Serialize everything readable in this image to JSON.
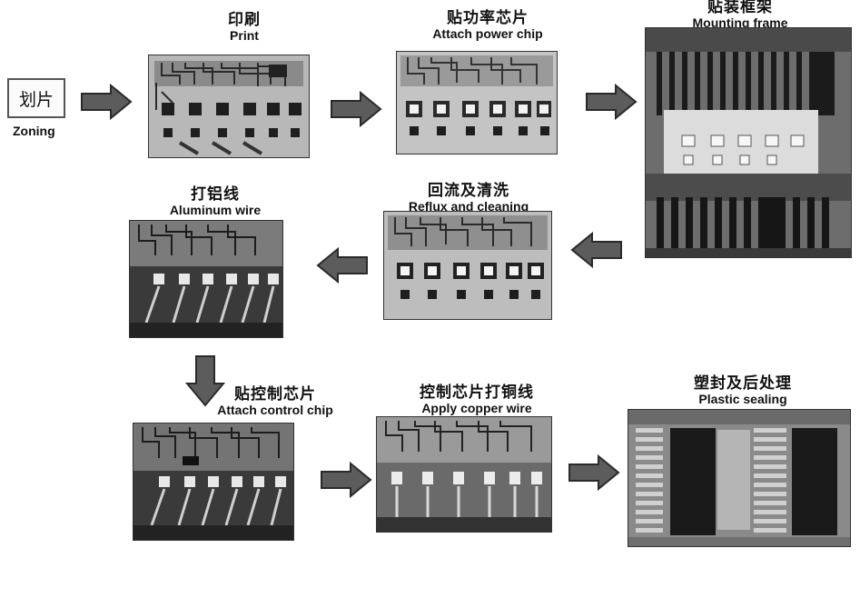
{
  "colors": {
    "arrow_fill": "#5c5c5c",
    "arrow_stroke": "#2a2a2a",
    "photo_dark": "#1e1e1e",
    "photo_light": "#bdbdbd"
  },
  "start": {
    "cn": "划片",
    "en": "Zoning"
  },
  "steps": [
    {
      "id": "print",
      "cn": "印刷",
      "en": "Print"
    },
    {
      "id": "attach-power-chip",
      "cn": "贴功率芯片",
      "en": "Attach power chip"
    },
    {
      "id": "mounting-frame",
      "cn": "贴装框架",
      "en": "Mounting frame"
    },
    {
      "id": "reflux-cleaning",
      "cn": "回流及清洗",
      "en": "Reflux and cleaning"
    },
    {
      "id": "aluminum-wire",
      "cn": "打铝线",
      "en": "Aluminum wire"
    },
    {
      "id": "attach-control-chip",
      "cn": "贴控制芯片",
      "en": "Attach control chip"
    },
    {
      "id": "apply-copper-wire",
      "cn": "控制芯片打铜线",
      "en": "Apply copper wire"
    },
    {
      "id": "plastic-sealing",
      "cn": "塑封及后处理",
      "en": "Plastic sealing"
    }
  ]
}
